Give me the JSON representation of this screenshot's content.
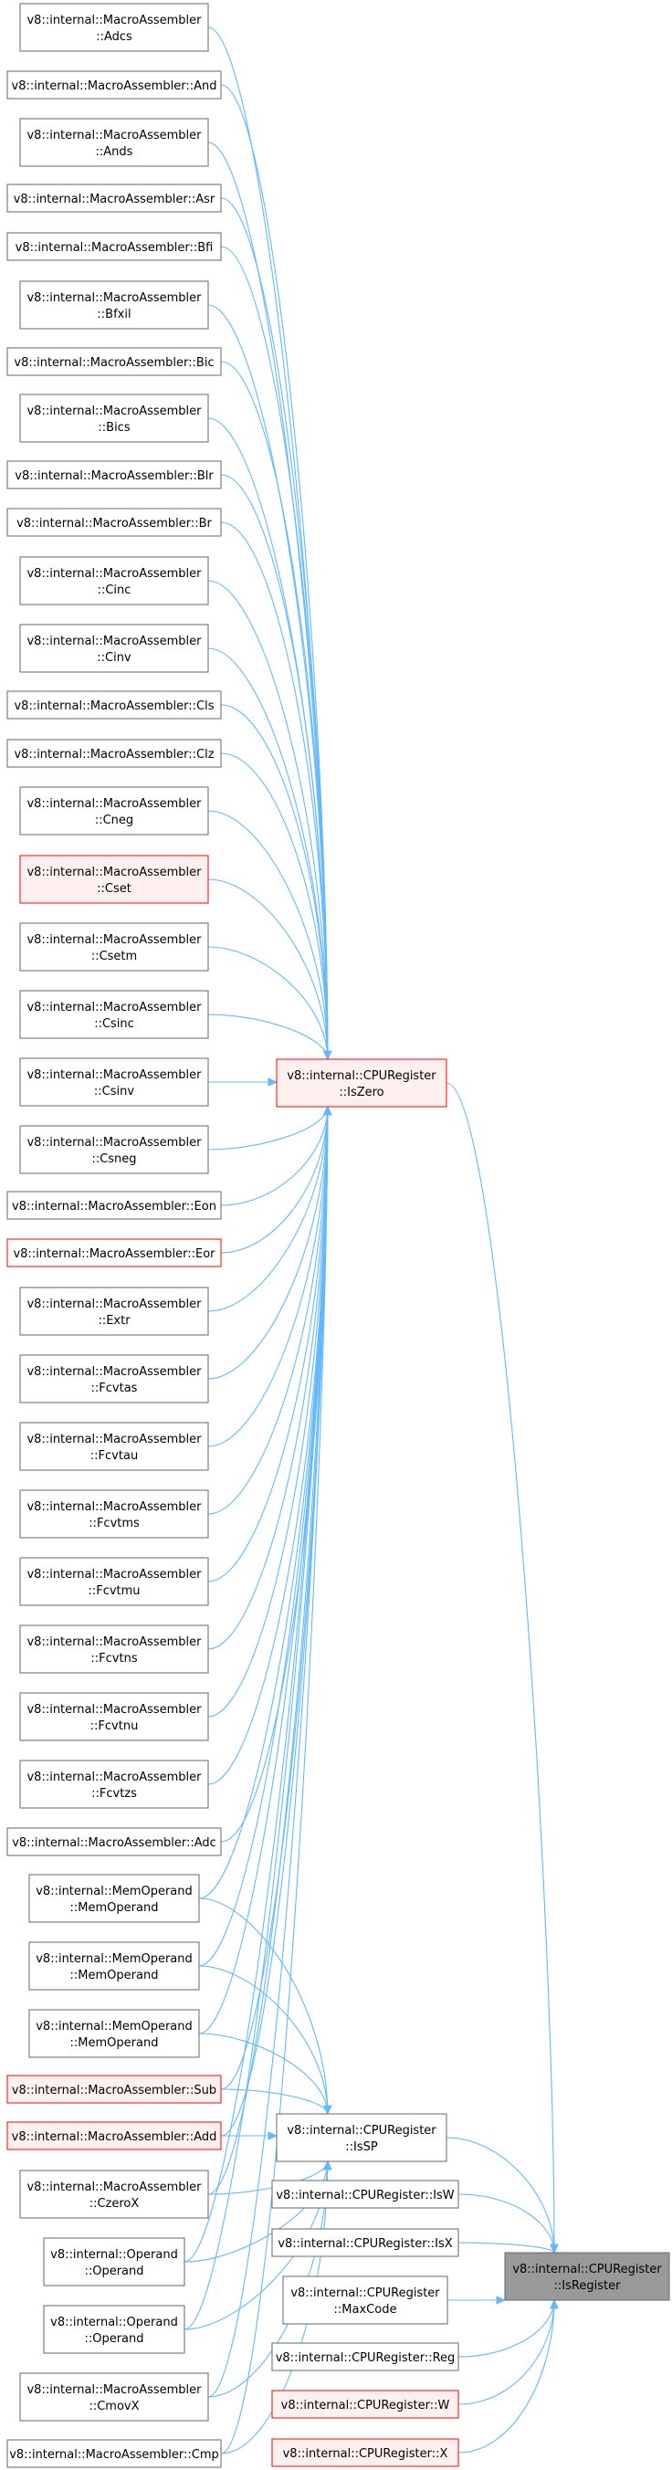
{
  "nodes": [
    {
      "id": "n0",
      "lines": [
        "v8::internal::MacroAssembler",
        "::Adcs"
      ],
      "style": "normal"
    },
    {
      "id": "n1",
      "lines": [
        "v8::internal::MacroAssembler::And"
      ],
      "style": "normal"
    },
    {
      "id": "n2",
      "lines": [
        "v8::internal::MacroAssembler",
        "::Ands"
      ],
      "style": "normal"
    },
    {
      "id": "n3",
      "lines": [
        "v8::internal::MacroAssembler::Asr"
      ],
      "style": "normal"
    },
    {
      "id": "n4",
      "lines": [
        "v8::internal::MacroAssembler::Bfi"
      ],
      "style": "normal"
    },
    {
      "id": "n5",
      "lines": [
        "v8::internal::MacroAssembler",
        "::Bfxil"
      ],
      "style": "normal"
    },
    {
      "id": "n6",
      "lines": [
        "v8::internal::MacroAssembler::Bic"
      ],
      "style": "normal"
    },
    {
      "id": "n7",
      "lines": [
        "v8::internal::MacroAssembler",
        "::Bics"
      ],
      "style": "normal"
    },
    {
      "id": "n8",
      "lines": [
        "v8::internal::MacroAssembler::Blr"
      ],
      "style": "normal"
    },
    {
      "id": "n9",
      "lines": [
        "v8::internal::MacroAssembler::Br"
      ],
      "style": "normal"
    },
    {
      "id": "n10",
      "lines": [
        "v8::internal::MacroAssembler",
        "::Cinc"
      ],
      "style": "normal"
    },
    {
      "id": "n11",
      "lines": [
        "v8::internal::MacroAssembler",
        "::Cinv"
      ],
      "style": "normal"
    },
    {
      "id": "n12",
      "lines": [
        "v8::internal::MacroAssembler::Cls"
      ],
      "style": "normal"
    },
    {
      "id": "n13",
      "lines": [
        "v8::internal::MacroAssembler::Clz"
      ],
      "style": "normal"
    },
    {
      "id": "n14",
      "lines": [
        "v8::internal::MacroAssembler",
        "::Cneg"
      ],
      "style": "normal"
    },
    {
      "id": "n15",
      "lines": [
        "v8::internal::MacroAssembler",
        "::Cset"
      ],
      "style": "red"
    },
    {
      "id": "n16",
      "lines": [
        "v8::internal::MacroAssembler",
        "::Csetm"
      ],
      "style": "normal"
    },
    {
      "id": "n17",
      "lines": [
        "v8::internal::MacroAssembler",
        "::Csinc"
      ],
      "style": "normal"
    },
    {
      "id": "n18",
      "lines": [
        "v8::internal::MacroAssembler",
        "::Csinv"
      ],
      "style": "normal"
    },
    {
      "id": "n19",
      "lines": [
        "v8::internal::MacroAssembler",
        "::Csneg"
      ],
      "style": "normal"
    },
    {
      "id": "n20",
      "lines": [
        "v8::internal::MacroAssembler::Eon"
      ],
      "style": "normal"
    },
    {
      "id": "n21",
      "lines": [
        "v8::internal::MacroAssembler::Eor"
      ],
      "style": "redborder"
    },
    {
      "id": "n22",
      "lines": [
        "v8::internal::MacroAssembler",
        "::Extr"
      ],
      "style": "normal"
    },
    {
      "id": "n23",
      "lines": [
        "v8::internal::MacroAssembler",
        "::Fcvtas"
      ],
      "style": "normal"
    },
    {
      "id": "n24",
      "lines": [
        "v8::internal::MacroAssembler",
        "::Fcvtau"
      ],
      "style": "normal"
    },
    {
      "id": "n25",
      "lines": [
        "v8::internal::MacroAssembler",
        "::Fcvtms"
      ],
      "style": "normal"
    },
    {
      "id": "n26",
      "lines": [
        "v8::internal::MacroAssembler",
        "::Fcvtmu"
      ],
      "style": "normal"
    },
    {
      "id": "n27",
      "lines": [
        "v8::internal::MacroAssembler",
        "::Fcvtns"
      ],
      "style": "normal"
    },
    {
      "id": "n28",
      "lines": [
        "v8::internal::MacroAssembler",
        "::Fcvtnu"
      ],
      "style": "normal"
    },
    {
      "id": "n29",
      "lines": [
        "v8::internal::MacroAssembler",
        "::Fcvtzs"
      ],
      "style": "normal"
    },
    {
      "id": "n30",
      "lines": [
        "v8::internal::MacroAssembler::Adc"
      ],
      "style": "normal"
    },
    {
      "id": "n31",
      "lines": [
        "v8::internal::MemOperand",
        "::MemOperand"
      ],
      "style": "normal"
    },
    {
      "id": "n32",
      "lines": [
        "v8::internal::MemOperand",
        "::MemOperand"
      ],
      "style": "normal"
    },
    {
      "id": "n33",
      "lines": [
        "v8::internal::MemOperand",
        "::MemOperand"
      ],
      "style": "normal"
    },
    {
      "id": "n34",
      "lines": [
        "v8::internal::MacroAssembler::Sub"
      ],
      "style": "red"
    },
    {
      "id": "n35",
      "lines": [
        "v8::internal::MacroAssembler::Add"
      ],
      "style": "red"
    },
    {
      "id": "n36",
      "lines": [
        "v8::internal::MacroAssembler",
        "::CzeroX"
      ],
      "style": "normal"
    },
    {
      "id": "n37",
      "lines": [
        "v8::internal::Operand",
        "::Operand"
      ],
      "style": "normal"
    },
    {
      "id": "n38",
      "lines": [
        "v8::internal::Operand",
        "::Operand"
      ],
      "style": "normal"
    },
    {
      "id": "n39",
      "lines": [
        "v8::internal::MacroAssembler",
        "::CmovX"
      ],
      "style": "normal"
    },
    {
      "id": "n40",
      "lines": [
        "v8::internal::MacroAssembler::Cmp"
      ],
      "style": "normal"
    },
    {
      "id": "iszero",
      "lines": [
        "v8::internal::CPURegister",
        "::IsZero"
      ],
      "style": "red"
    },
    {
      "id": "issp",
      "lines": [
        "v8::internal::CPURegister",
        "::IsSP"
      ],
      "style": "normal"
    },
    {
      "id": "isw",
      "lines": [
        "v8::internal::CPURegister::IsW"
      ],
      "style": "normal"
    },
    {
      "id": "isx",
      "lines": [
        "v8::internal::CPURegister::IsX"
      ],
      "style": "normal"
    },
    {
      "id": "maxcode",
      "lines": [
        "v8::internal::CPURegister",
        "::MaxCode"
      ],
      "style": "normal"
    },
    {
      "id": "reg",
      "lines": [
        "v8::internal::CPURegister::Reg"
      ],
      "style": "normal"
    },
    {
      "id": "w",
      "lines": [
        "v8::internal::CPURegister::W"
      ],
      "style": "red"
    },
    {
      "id": "x",
      "lines": [
        "v8::internal::CPURegister::X"
      ],
      "style": "red"
    },
    {
      "id": "isregister",
      "lines": [
        "v8::internal::CPURegister",
        "::IsRegister"
      ],
      "style": "gray"
    }
  ],
  "edges": [
    [
      "n0",
      "iszero"
    ],
    [
      "n1",
      "iszero"
    ],
    [
      "n2",
      "iszero"
    ],
    [
      "n3",
      "iszero"
    ],
    [
      "n4",
      "iszero"
    ],
    [
      "n5",
      "iszero"
    ],
    [
      "n6",
      "iszero"
    ],
    [
      "n7",
      "iszero"
    ],
    [
      "n8",
      "iszero"
    ],
    [
      "n9",
      "iszero"
    ],
    [
      "n10",
      "iszero"
    ],
    [
      "n11",
      "iszero"
    ],
    [
      "n12",
      "iszero"
    ],
    [
      "n13",
      "iszero"
    ],
    [
      "n14",
      "iszero"
    ],
    [
      "n15",
      "iszero"
    ],
    [
      "n16",
      "iszero"
    ],
    [
      "n17",
      "iszero"
    ],
    [
      "n18",
      "iszero"
    ],
    [
      "n19",
      "iszero"
    ],
    [
      "n20",
      "iszero"
    ],
    [
      "n21",
      "iszero"
    ],
    [
      "n22",
      "iszero"
    ],
    [
      "n23",
      "iszero"
    ],
    [
      "n24",
      "iszero"
    ],
    [
      "n25",
      "iszero"
    ],
    [
      "n26",
      "iszero"
    ],
    [
      "n27",
      "iszero"
    ],
    [
      "n28",
      "iszero"
    ],
    [
      "n29",
      "iszero"
    ],
    [
      "n30",
      "iszero"
    ],
    [
      "n31",
      "iszero"
    ],
    [
      "n32",
      "iszero"
    ],
    [
      "n33",
      "iszero"
    ],
    [
      "n34",
      "iszero"
    ],
    [
      "n35",
      "iszero"
    ],
    [
      "n36",
      "iszero"
    ],
    [
      "n37",
      "iszero"
    ],
    [
      "n38",
      "iszero"
    ],
    [
      "n39",
      "iszero"
    ],
    [
      "n40",
      "iszero"
    ],
    [
      "n31",
      "issp"
    ],
    [
      "n32",
      "issp"
    ],
    [
      "n33",
      "issp"
    ],
    [
      "n34",
      "issp"
    ],
    [
      "n35",
      "issp"
    ],
    [
      "n36",
      "issp"
    ],
    [
      "n37",
      "issp"
    ],
    [
      "n38",
      "issp"
    ],
    [
      "n39",
      "issp"
    ],
    [
      "n40",
      "issp"
    ],
    [
      "iszero",
      "isregister"
    ],
    [
      "issp",
      "isregister"
    ],
    [
      "isw",
      "isregister"
    ],
    [
      "isx",
      "isregister"
    ],
    [
      "maxcode",
      "isregister"
    ],
    [
      "reg",
      "isregister"
    ],
    [
      "w",
      "isregister"
    ],
    [
      "x",
      "isregister"
    ]
  ],
  "colors": {
    "edge": "#63b8ff",
    "normal_fill": "#ffffff",
    "normal_stroke": "#666666",
    "red_fill": "#fff0f0",
    "red_stroke": "#ff0000",
    "gray_fill": "#999999",
    "gray_stroke": "#666666"
  }
}
